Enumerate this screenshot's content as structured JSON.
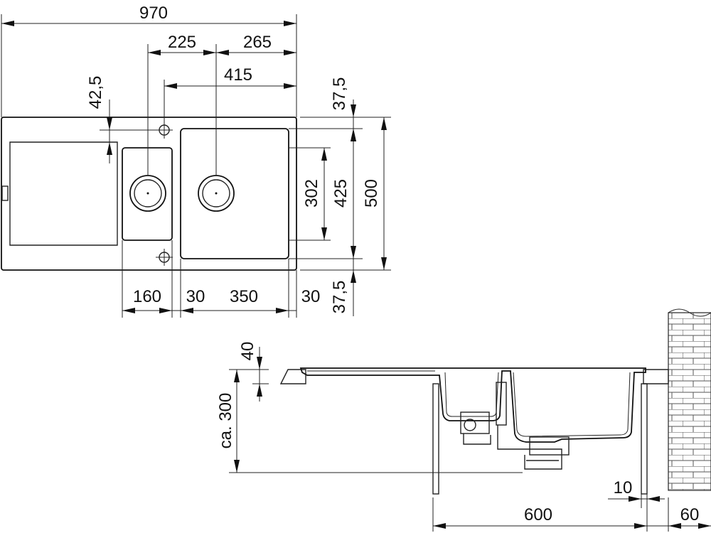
{
  "top_view": {
    "dims": {
      "total_width": "970",
      "drain_small_offset": "225",
      "drain_large_offset": "265",
      "overflow_to_right": "415",
      "front_edge_offset": "42,5",
      "back_margin": "37,5",
      "inner_height": "302",
      "bowl_height": "425",
      "total_depth": "500",
      "front_margin": "37,5",
      "small_bowl_width": "160",
      "bowl_gap": "30",
      "large_bowl_width": "350",
      "right_rim": "30"
    }
  },
  "side_view": {
    "dims": {
      "rim_height": "40",
      "install_depth": "ca. 300",
      "cabinet_width": "600",
      "wall_gap": "10",
      "wall_depth": "60"
    }
  }
}
